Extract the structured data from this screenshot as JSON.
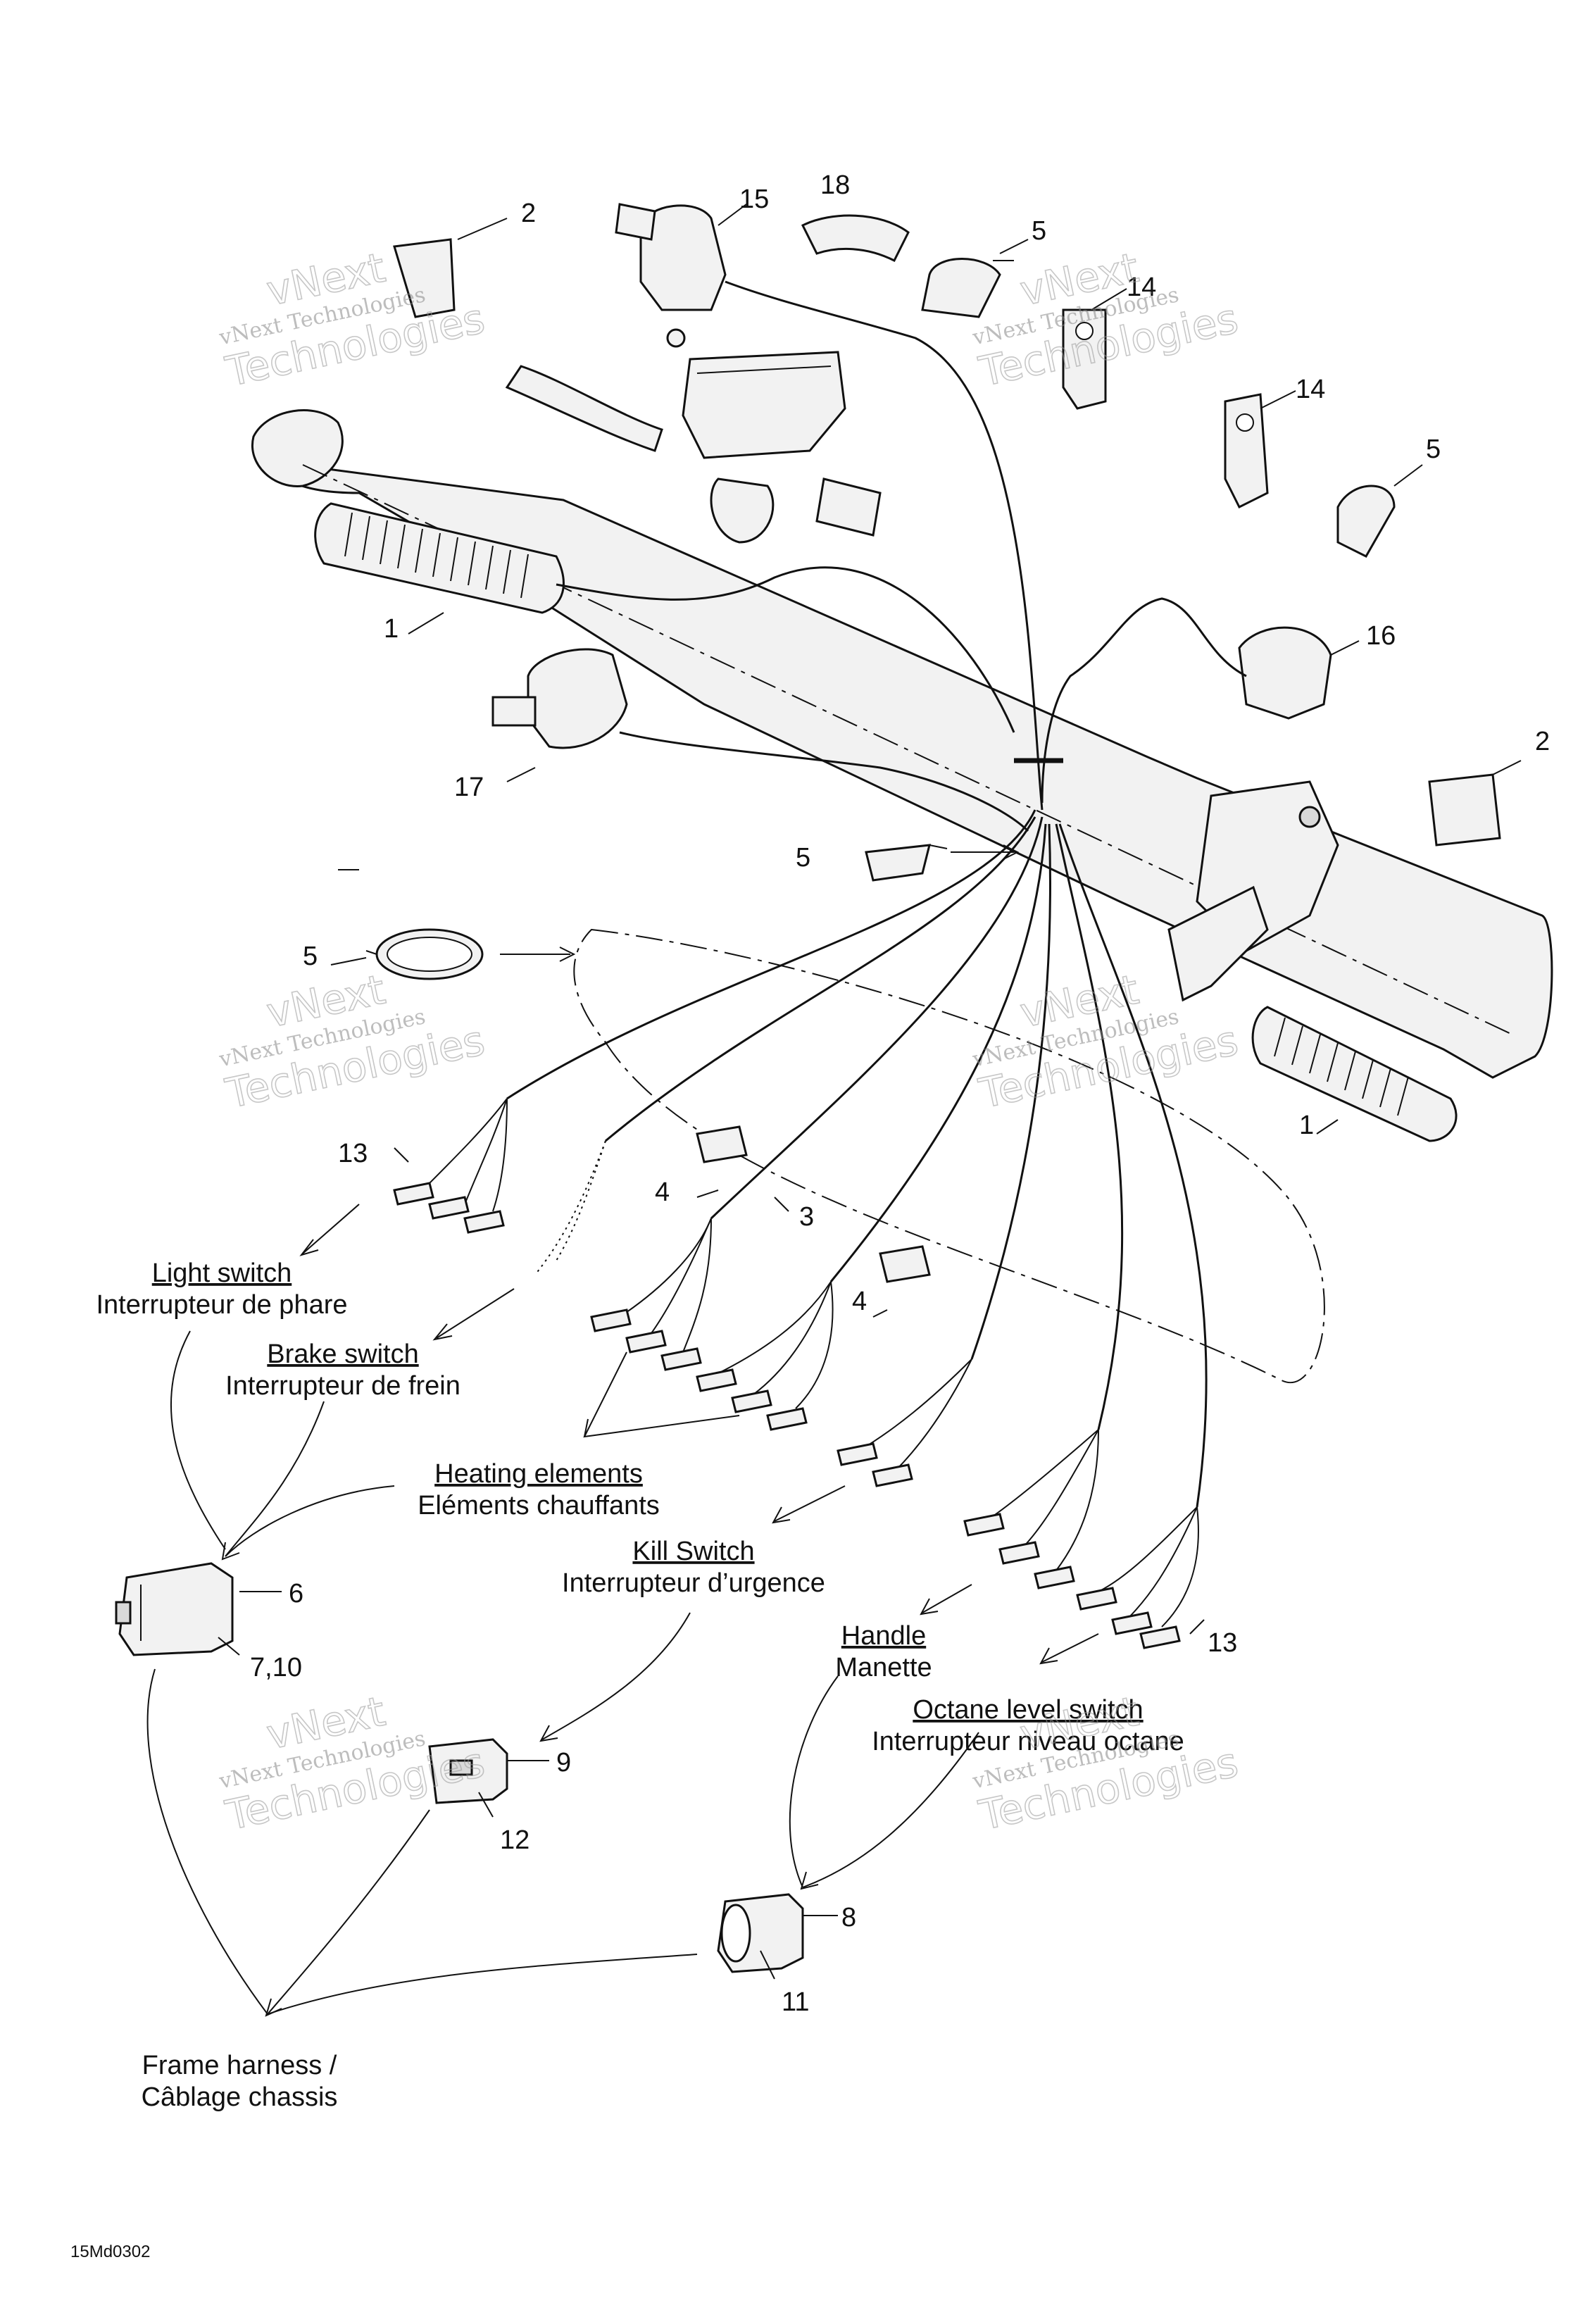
{
  "callouts": {
    "c1a": "1",
    "c1b": "1",
    "c2a": "2",
    "c2b": "2",
    "c3": "3",
    "c4a": "4",
    "c4b": "4",
    "c5a": "5",
    "c5b": "5",
    "c5c": "5",
    "c5d": "5",
    "c6": "6",
    "c7_10": "7,10",
    "c8": "8",
    "c9": "9",
    "c11": "11",
    "c12": "12",
    "c13a": "13",
    "c13b": "13",
    "c14a": "14",
    "c14b": "14",
    "c15": "15",
    "c16": "16",
    "c17": "17",
    "c18": "18"
  },
  "labels": {
    "light_switch_en": "Light switch",
    "light_switch_fr": "Interrupteur de phare",
    "brake_switch_en": "Brake switch",
    "brake_switch_fr": "Interrupteur de frein",
    "heating_en": "Heating elements",
    "heating_fr": "Eléments chauffants",
    "kill_en": "Kill Switch",
    "kill_fr": "Interrupteur d’urgence",
    "handle_en": "Handle",
    "handle_fr": "Manette",
    "octane_en": "Octane level switch",
    "octane_fr": "Interrupteur niveau octane",
    "frame_en": "Frame harness /",
    "frame_fr": "Câblage chassis"
  },
  "watermark": {
    "line1": "vNext Technologies",
    "line2": "vNext",
    "line3": "Technologies"
  },
  "figure_code": "15Md0302"
}
